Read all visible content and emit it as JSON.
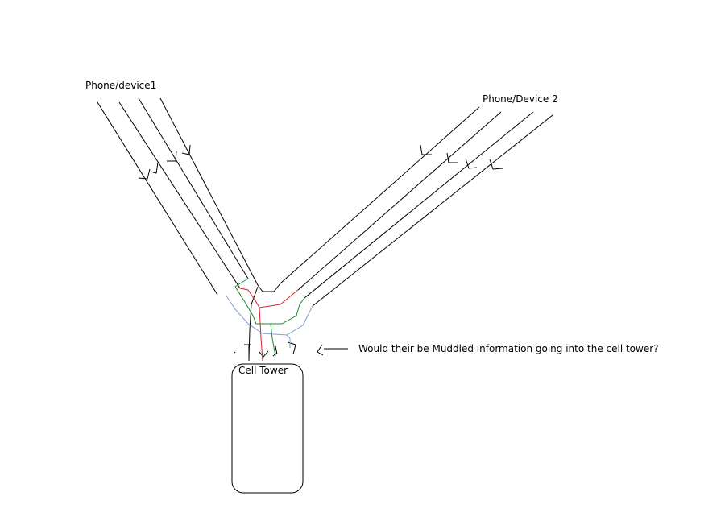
{
  "labels": {
    "device1": "Phone/device1",
    "device2": "Phone/Device 2",
    "tower": "Cell Tower",
    "question": "Would their be Muddled information going into the cell tower?"
  },
  "colors": {
    "ink": "#000000",
    "red": "#e0202a",
    "green": "#1a8a2a",
    "blue": "#7f9fd0",
    "background": "#ffffff"
  }
}
